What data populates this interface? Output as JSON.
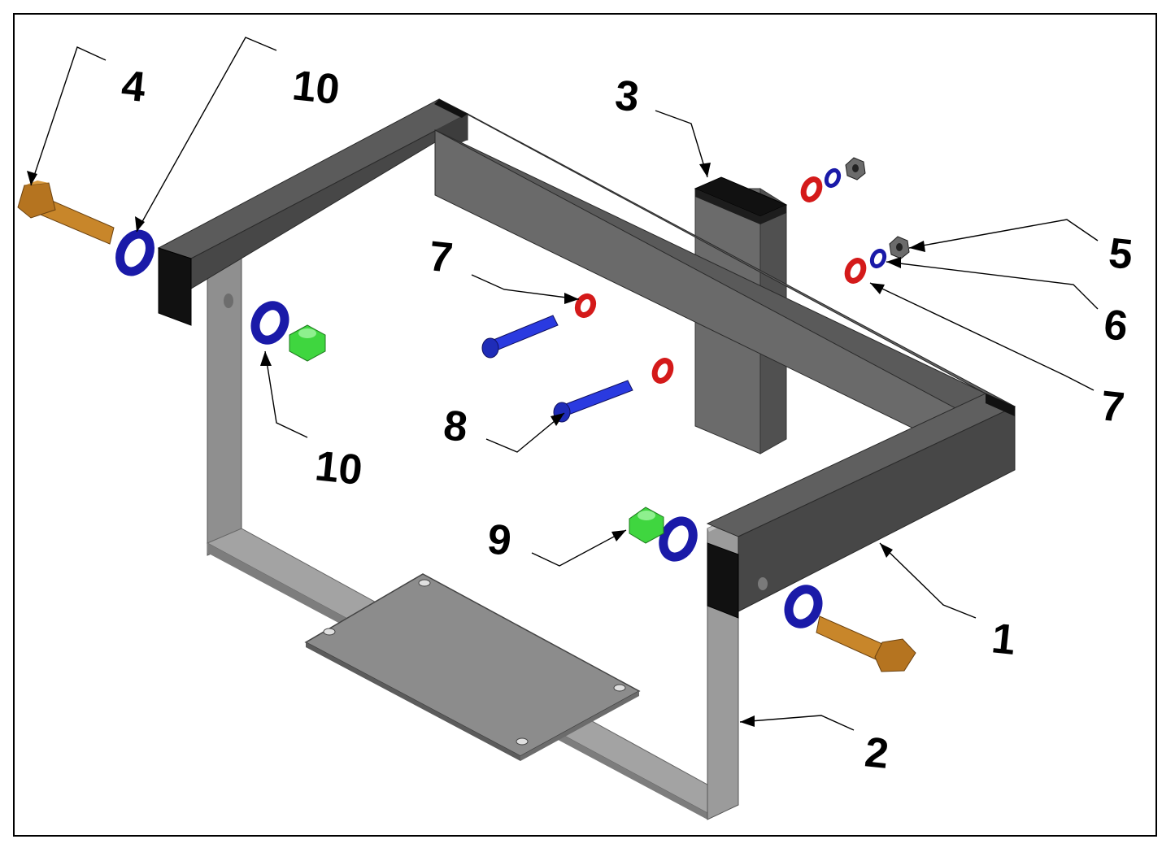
{
  "diagram": {
    "callouts": [
      {
        "id": "c4a",
        "label": "4",
        "part": "hex-bolt-bronze"
      },
      {
        "id": "c10a",
        "label": "10",
        "part": "flat-washer-blue"
      },
      {
        "id": "c3",
        "label": "3",
        "part": "square-post-cap"
      },
      {
        "id": "c7a",
        "label": "7",
        "part": "lock-washer-red"
      },
      {
        "id": "c5",
        "label": "5",
        "part": "hex-nut"
      },
      {
        "id": "c6",
        "label": "6",
        "part": "flat-washer-small-blue"
      },
      {
        "id": "c7b",
        "label": "7",
        "part": "lock-washer-red"
      },
      {
        "id": "c10b",
        "label": "10",
        "part": "flat-washer-blue"
      },
      {
        "id": "c8",
        "label": "8",
        "part": "cap-screw-blue"
      },
      {
        "id": "c9",
        "label": "9",
        "part": "spacer-green"
      },
      {
        "id": "c1",
        "label": "1",
        "part": "square-tube-frame"
      },
      {
        "id": "c2",
        "label": "2",
        "part": "flat-bar-bracket-with-plate"
      }
    ],
    "colors": {
      "frame_dark": "#555555",
      "frame_top": "#6f6f6f",
      "bracket": "#9a9a9a",
      "bolt": "#c8862a",
      "washer_blue": "#1a1aa8",
      "washer_red": "#d41a1a",
      "spacer_green": "#3fd63f",
      "nut_gray": "#6b6b6b",
      "screw_blue": "#2a3ae0"
    }
  }
}
